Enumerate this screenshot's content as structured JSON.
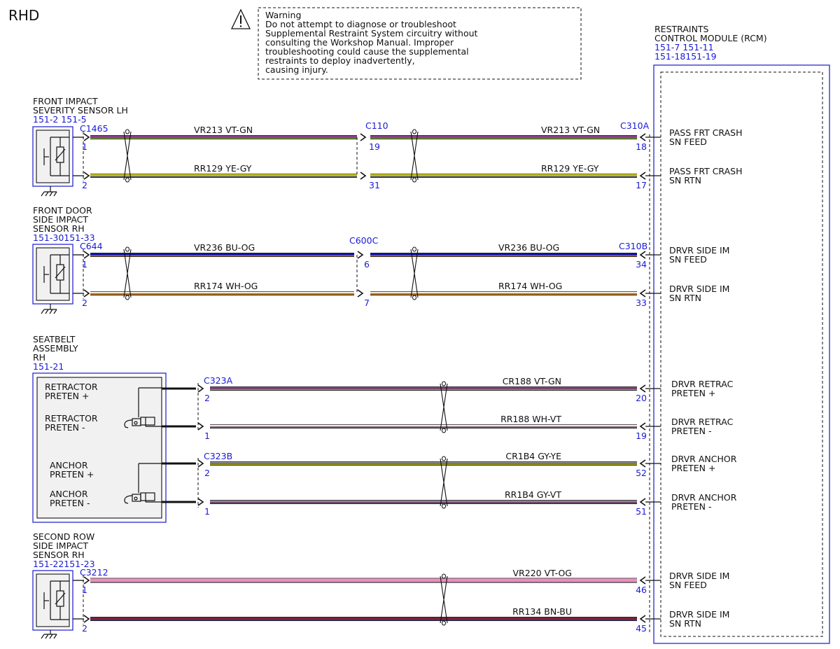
{
  "title": "RHD",
  "warning": {
    "icon": "warning-triangle-icon",
    "lines": [
      "Warning",
      "Do not attempt to diagnose or troubleshoot",
      "Supplemental Restraint System circuitry without",
      "consulting the Workshop Manual. Improper",
      "troubleshooting could cause the supplemental",
      "restraints to deploy inadvertently,",
      "causing injury."
    ]
  },
  "rcm": {
    "name_lines": [
      "RESTRAINTS",
      "CONTROL MODULE (RCM)"
    ],
    "refs": [
      "151-7  151-11",
      "151-18151-19"
    ]
  },
  "components": {
    "front_impact": {
      "name_lines": [
        "FRONT IMPACT",
        "SEVERITY SENSOR LH"
      ],
      "ref": "151-2 151-5",
      "connector": "C1465"
    },
    "front_door": {
      "name_lines": [
        "FRONT DOOR",
        "SIDE IMPACT",
        "SENSOR RH"
      ],
      "ref": "151-30151-33",
      "connector": "C644"
    },
    "seatbelt": {
      "name_lines": [
        "SEATBELT",
        "ASSEMBLY",
        "RH"
      ],
      "ref": "151-21",
      "inner_labels": [
        [
          "RETRACTOR",
          "PRETEN +"
        ],
        [
          "RETRACTOR",
          "PRETEN -"
        ],
        [
          "ANCHOR",
          "PRETEN +"
        ],
        [
          "ANCHOR",
          "PRETEN -"
        ]
      ],
      "connectors": [
        "C323A",
        "C323B"
      ]
    },
    "second_row": {
      "name_lines": [
        "SECOND ROW",
        "SIDE IMPACT",
        "SENSOR RH"
      ],
      "ref": "151-22151-23",
      "connector": "C3212"
    }
  },
  "inline_connectors": [
    "C110",
    "C600C"
  ],
  "rcm_connectors": [
    "C310A",
    "C310B"
  ],
  "circuits": [
    {
      "src_pin": "1",
      "mid_pin": "19",
      "rcm_pin": "18",
      "circuit": "VR213",
      "color_code": "VT-GN",
      "colors": [
        "#8e3d8c",
        "#8ccf3c"
      ],
      "rcm_label": [
        "PASS FRT CRASH",
        "SN FEED"
      ]
    },
    {
      "src_pin": "2",
      "mid_pin": "31",
      "rcm_pin": "17",
      "circuit": "RR129",
      "color_code": "YE-GY",
      "colors": [
        "#d9d914",
        "#8a8a8a"
      ],
      "rcm_label": [
        "PASS FRT CRASH",
        "SN RTN"
      ]
    },
    {
      "src_pin": "1",
      "mid_pin": "6",
      "rcm_pin": "34",
      "circuit": "VR236",
      "color_code": "BU-OG",
      "colors": [
        "#1212b8",
        "#e8871a"
      ],
      "rcm_label": [
        "DRVR SIDE IM",
        "SN FEED"
      ]
    },
    {
      "src_pin": "2",
      "mid_pin": "7",
      "rcm_pin": "33",
      "circuit": "RR174",
      "color_code": "WH-OG",
      "colors": [
        "#f2eee0",
        "#e8871a"
      ],
      "rcm_label": [
        "DRVR SIDE IM",
        "SN RTN"
      ]
    },
    {
      "src_pin": "2",
      "mid_pin": "",
      "rcm_pin": "20",
      "circuit": "CR188",
      "color_code": "VT-GN",
      "colors": [
        "#8e3d8c",
        "#8ccf3c"
      ],
      "rcm_label": [
        "DRVR RETRAC",
        "PRETEN +"
      ]
    },
    {
      "src_pin": "1",
      "mid_pin": "",
      "rcm_pin": "19",
      "circuit": "RR188",
      "color_code": "WH-VT",
      "colors": [
        "#f4eef4",
        "#a455a2"
      ],
      "rcm_label": [
        "DRVR RETRAC",
        "PRETEN -"
      ]
    },
    {
      "src_pin": "2",
      "mid_pin": "",
      "rcm_pin": "52",
      "circuit": "CR1B4",
      "color_code": "GY-YE",
      "colors": [
        "#8a8a8a",
        "#c9c917"
      ],
      "rcm_label": [
        "DRVR ANCHOR",
        "PRETEN +"
      ]
    },
    {
      "src_pin": "1",
      "mid_pin": "",
      "rcm_pin": "51",
      "circuit": "RR1B4",
      "color_code": "GY-VT",
      "colors": [
        "#8a8a8a",
        "#9a4a98"
      ],
      "rcm_label": [
        "DRVR ANCHOR",
        "PRETEN -"
      ]
    },
    {
      "src_pin": "1",
      "mid_pin": "",
      "rcm_pin": "46",
      "circuit": "VR220",
      "color_code": "VT-OG",
      "colors": [
        "#e98ec0",
        "#e99bc6"
      ],
      "rcm_label": [
        "DRVR SIDE IM",
        "SN FEED"
      ]
    },
    {
      "src_pin": "2",
      "mid_pin": "",
      "rcm_pin": "45",
      "circuit": "RR134",
      "color_code": "BN-BU",
      "colors": [
        "#7a1f3f",
        "#3a3ab0"
      ],
      "rcm_label": [
        "DRVR SIDE IM",
        "SN RTN"
      ]
    }
  ]
}
